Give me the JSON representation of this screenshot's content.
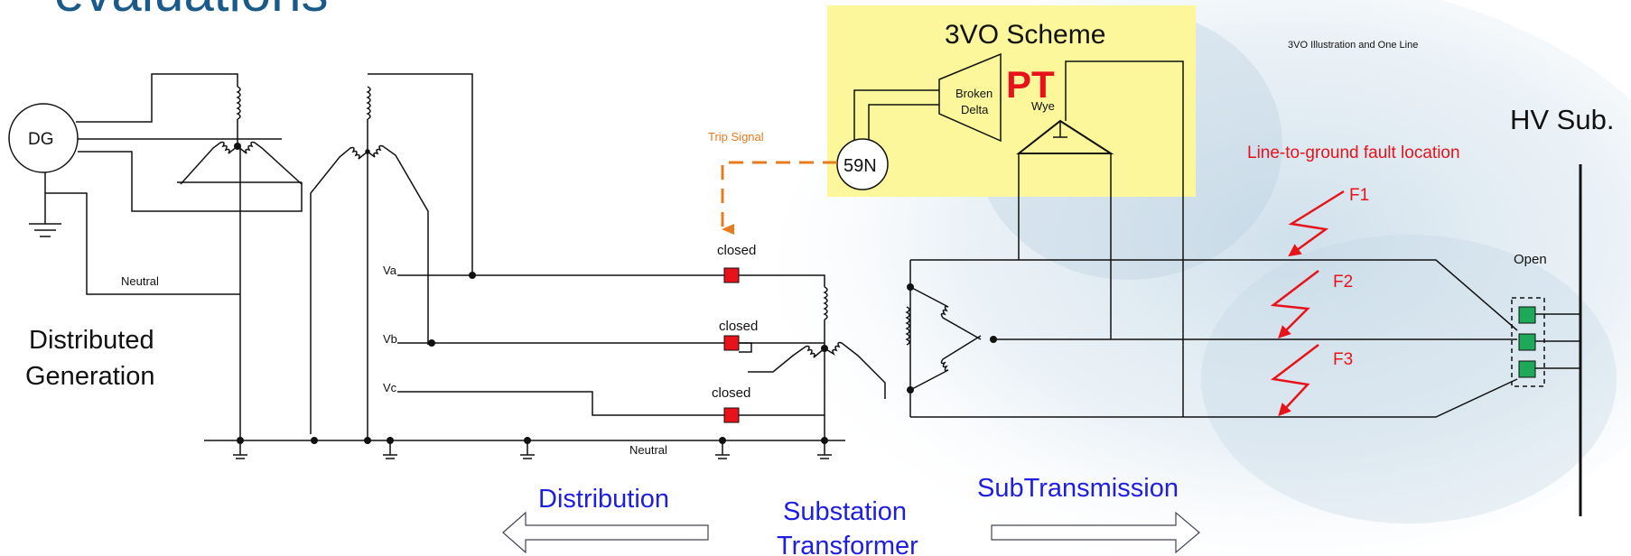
{
  "title_fragment": "evaluations",
  "scheme": {
    "title": "3VO Scheme",
    "pt_label": "PT",
    "broken_delta_line1": "Broken",
    "broken_delta_line2": "Delta",
    "wye_label": "Wye",
    "relay_label": "59N",
    "trip_signal": "Trip Signal"
  },
  "illustration_caption": "3VO Illustration and One Line",
  "generator": {
    "label": "DG",
    "neutral_label": "Neutral",
    "caption_line1": "Distributed",
    "caption_line2": "Generation"
  },
  "distribution": {
    "phase_a": "Va",
    "phase_b": "Vb",
    "phase_c": "Vc",
    "breaker_a_state": "closed",
    "breaker_b_state": "closed",
    "breaker_c_state": "closed",
    "neutral_label": "Neutral"
  },
  "faults": {
    "heading": "Line-to-ground fault location",
    "f1": "F1",
    "f2": "F2",
    "f3": "F3"
  },
  "hv_sub": {
    "label": "HV Sub.",
    "breaker_state": "Open"
  },
  "arrows": {
    "distribution": "Distribution",
    "substation_line1": "Substation",
    "substation_line2": "Transformer",
    "subtransmission": "SubTransmission"
  },
  "colors": {
    "scheme_highlight": "#fbf79a",
    "closed_breaker": "#e8121a",
    "open_breaker": "#1ea85a",
    "fault": "#e8121a",
    "trip": "#e87b1e",
    "arrow_text": "#1e1ee0",
    "watermark": "#a9c7dc"
  }
}
